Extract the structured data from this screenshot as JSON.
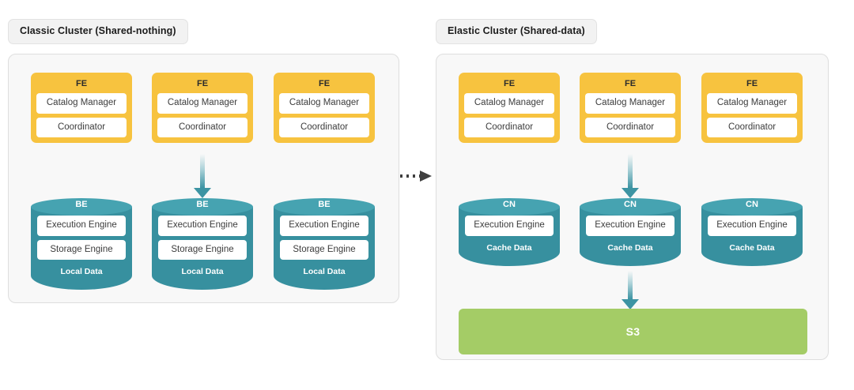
{
  "diagram": {
    "title_left": "Classic Cluster (Shared-nothing)",
    "title_right": "Elastic Cluster (Shared-data)",
    "transition_arrow": "dashed-arrow-right-icon"
  },
  "colors": {
    "fe_yellow": "#f7c33f",
    "node_teal": "#37909f",
    "node_teal_top": "#46a3b1",
    "s3_green": "#a4cc66",
    "panel_bg": "#f8f8f8",
    "panel_border": "#dedede",
    "badge_bg": "#f2f2f2",
    "arrow_teal": "#3d94a3",
    "arrow_dark": "#3f3f3f"
  },
  "classic_cluster": {
    "fe_nodes": [
      {
        "title": "FE",
        "rows": [
          "Catalog Manager",
          "Coordinator"
        ]
      },
      {
        "title": "FE",
        "rows": [
          "Catalog Manager",
          "Coordinator"
        ]
      },
      {
        "title": "FE",
        "rows": [
          "Catalog Manager",
          "Coordinator"
        ]
      }
    ],
    "storage_nodes": [
      {
        "title": "BE",
        "rows": [
          "Execution Engine",
          "Storage Engine"
        ],
        "footer": "Local Data"
      },
      {
        "title": "BE",
        "rows": [
          "Execution Engine",
          "Storage Engine"
        ],
        "footer": "Local Data"
      },
      {
        "title": "BE",
        "rows": [
          "Execution Engine",
          "Storage Engine"
        ],
        "footer": "Local Data"
      }
    ],
    "arrows": [
      {
        "name": "fe-to-be-arrow",
        "column": 2
      }
    ]
  },
  "elastic_cluster": {
    "fe_nodes": [
      {
        "title": "FE",
        "rows": [
          "Catalog Manager",
          "Coordinator"
        ]
      },
      {
        "title": "FE",
        "rows": [
          "Catalog Manager",
          "Coordinator"
        ]
      },
      {
        "title": "FE",
        "rows": [
          "Catalog Manager",
          "Coordinator"
        ]
      }
    ],
    "compute_nodes": [
      {
        "title": "CN",
        "rows": [
          "Execution Engine"
        ],
        "footer": "Cache Data"
      },
      {
        "title": "CN",
        "rows": [
          "Execution Engine"
        ],
        "footer": "Cache Data"
      },
      {
        "title": "CN",
        "rows": [
          "Execution Engine"
        ],
        "footer": "Cache Data"
      }
    ],
    "object_storage": {
      "label": "S3"
    },
    "arrows": [
      {
        "name": "fe-to-cn-arrow",
        "column": 2
      },
      {
        "name": "cn-to-s3-arrow",
        "column": 2
      }
    ]
  }
}
